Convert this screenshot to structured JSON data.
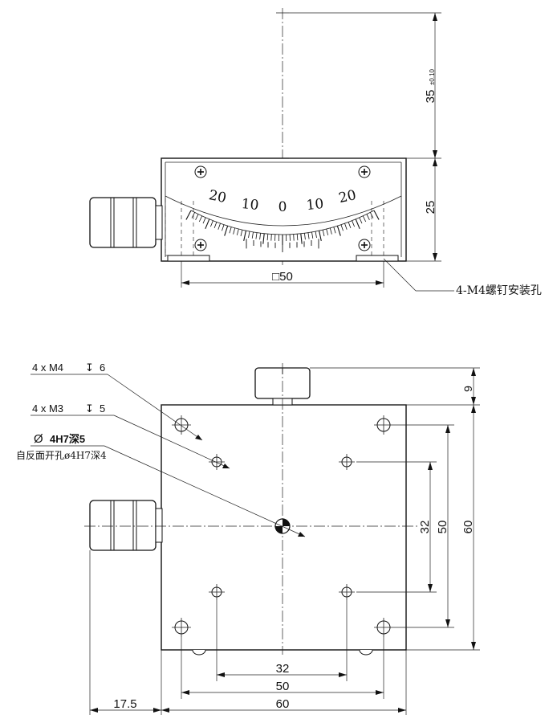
{
  "top_view": {
    "dim_height_top": "35",
    "dim_height_top_tol": "±0.10",
    "dim_height_body": "25",
    "dim_width_square": "□50",
    "mounting_note": "4-M4螺钉安装孔",
    "scale_labels": [
      "20",
      "10",
      "0",
      "10",
      "20"
    ]
  },
  "plan_view": {
    "note_m4": "4 x  M4",
    "note_m4_depth_symbol": "↧",
    "note_m4_depth": "6",
    "note_m3": "4 x  M3",
    "note_m3_depth_symbol": "↧",
    "note_m3_depth": "5",
    "note_center_symbol": "Ø",
    "note_center_hole": "4H7深5",
    "note_back_hole": "自反面开孔ø4H7深4",
    "dim_knob": "9",
    "dim_v_32": "32",
    "dim_v_50": "50",
    "dim_v_60": "60",
    "dim_h_32": "32",
    "dim_h_50": "50",
    "dim_h_60": "60",
    "dim_offset": "17.5"
  }
}
